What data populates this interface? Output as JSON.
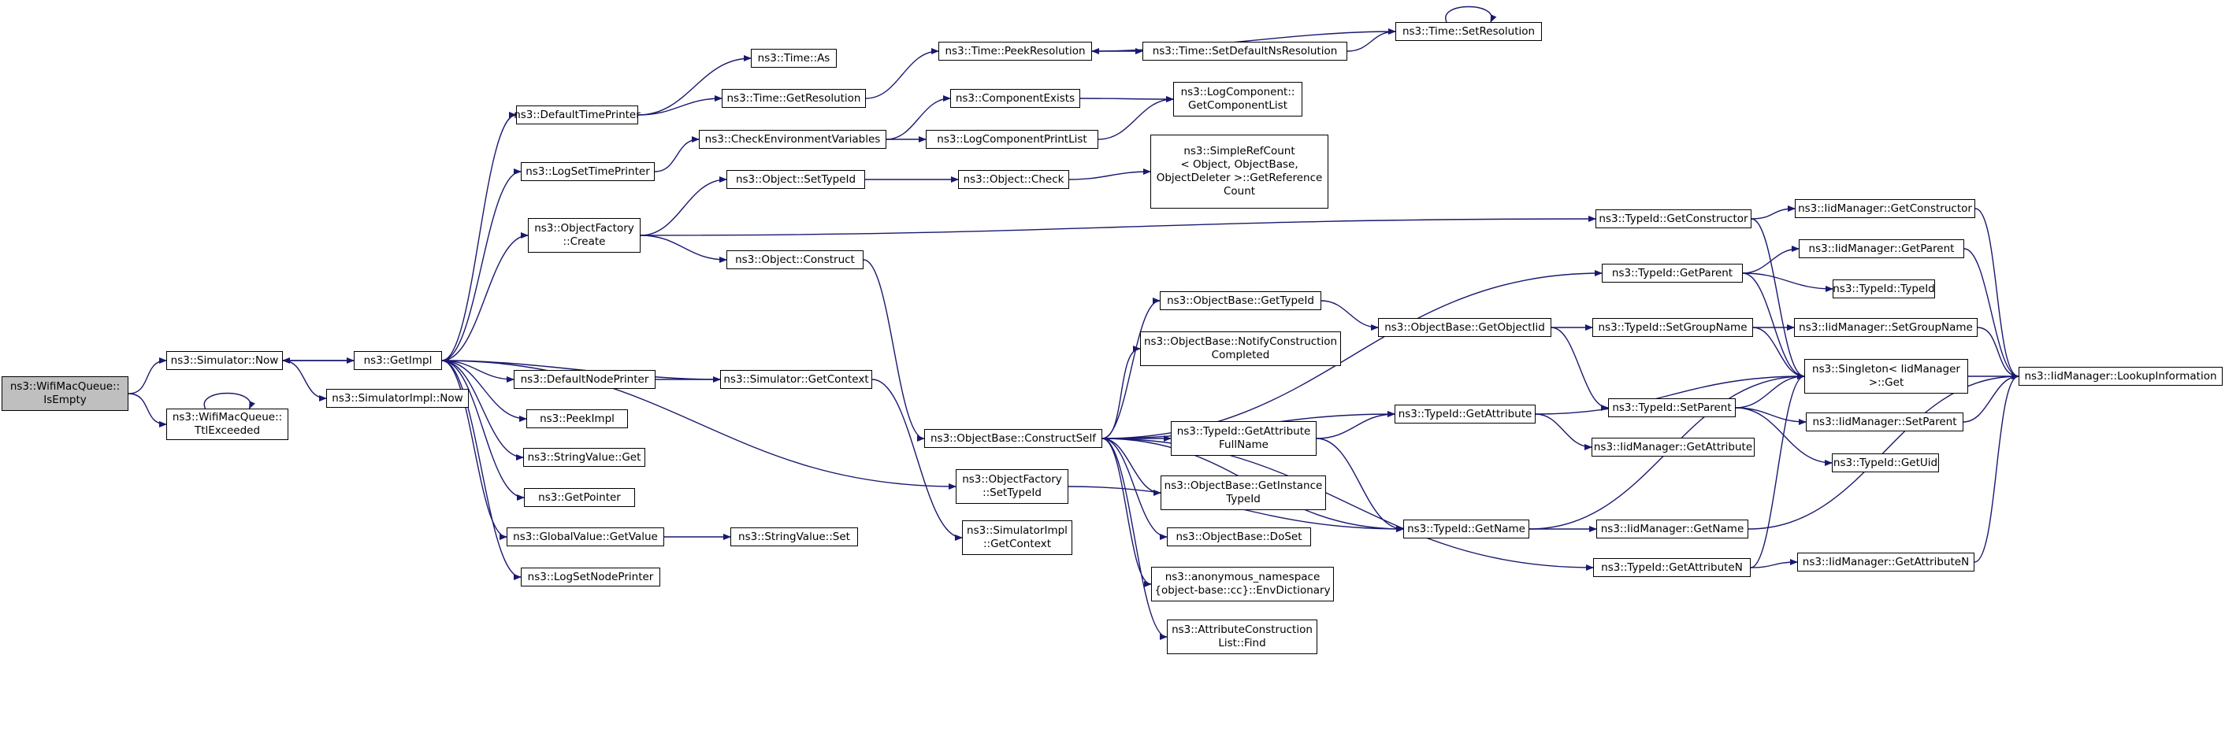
{
  "colors": {
    "edge": "#191970",
    "node_border": "#000000",
    "root_fill": "#bfbfbf",
    "node_fill": "#ffffff"
  },
  "nodes": [
    {
      "id": "root",
      "lines": [
        "ns3::WifiMacQueue::",
        "IsEmpty"
      ],
      "root": true
    },
    {
      "id": "simnow",
      "lines": [
        "ns3::Simulator::Now"
      ]
    },
    {
      "id": "ttl",
      "lines": [
        "ns3::WifiMacQueue::",
        "TtlExceeded"
      ]
    },
    {
      "id": "getimpl",
      "lines": [
        "ns3::GetImpl"
      ]
    },
    {
      "id": "simimplnow",
      "lines": [
        "ns3::SimulatorImpl::Now"
      ]
    },
    {
      "id": "deftp",
      "lines": [
        "ns3::DefaultTimePrinter"
      ]
    },
    {
      "id": "logstp",
      "lines": [
        "ns3::LogSetTimePrinter"
      ]
    },
    {
      "id": "ofcreate",
      "lines": [
        "ns3::ObjectFactory",
        "::Create"
      ]
    },
    {
      "id": "defnp",
      "lines": [
        "ns3::DefaultNodePrinter"
      ]
    },
    {
      "id": "peek",
      "lines": [
        "ns3::PeekImpl"
      ]
    },
    {
      "id": "strget",
      "lines": [
        "ns3::StringValue::Get"
      ]
    },
    {
      "id": "getptr",
      "lines": [
        "ns3::GetPointer"
      ]
    },
    {
      "id": "gvget",
      "lines": [
        "ns3::GlobalValue::GetValue"
      ]
    },
    {
      "id": "logsnp",
      "lines": [
        "ns3::LogSetNodePrinter"
      ]
    },
    {
      "id": "timeas",
      "lines": [
        "ns3::Time::As"
      ]
    },
    {
      "id": "timegetres",
      "lines": [
        "ns3::Time::GetResolution"
      ]
    },
    {
      "id": "checkenv",
      "lines": [
        "ns3::CheckEnvironmentVariables"
      ]
    },
    {
      "id": "objsettid",
      "lines": [
        "ns3::Object::SetTypeId"
      ]
    },
    {
      "id": "objconstruct",
      "lines": [
        "ns3::Object::Construct"
      ]
    },
    {
      "id": "simgetctx",
      "lines": [
        "ns3::Simulator::GetContext"
      ]
    },
    {
      "id": "strset",
      "lines": [
        "ns3::StringValue::Set"
      ]
    },
    {
      "id": "obcs",
      "lines": [
        "ns3::ObjectBase::ConstructSelf"
      ]
    },
    {
      "id": "ofsettid",
      "lines": [
        "ns3::ObjectFactory",
        "::SetTypeId"
      ]
    },
    {
      "id": "simimplctx",
      "lines": [
        "ns3::SimulatorImpl",
        "::GetContext"
      ]
    },
    {
      "id": "peekres",
      "lines": [
        "ns3::Time::PeekResolution"
      ]
    },
    {
      "id": "compexists",
      "lines": [
        "ns3::ComponentExists"
      ]
    },
    {
      "id": "logcpl",
      "lines": [
        "ns3::LogComponentPrintList"
      ]
    },
    {
      "id": "objcheck",
      "lines": [
        "ns3::Object::Check"
      ]
    },
    {
      "id": "setdefns",
      "lines": [
        "ns3::Time::SetDefaultNsResolution"
      ]
    },
    {
      "id": "logcgcl",
      "lines": [
        "ns3::LogComponent::",
        "GetComponentList"
      ]
    },
    {
      "id": "srefcount",
      "lines": [
        "ns3::SimpleRefCount",
        "< Object, ObjectBase,",
        "ObjectDeleter >::GetReference",
        "Count"
      ]
    },
    {
      "id": "setres",
      "lines": [
        "ns3::Time::SetResolution"
      ]
    },
    {
      "id": "obgettid",
      "lines": [
        "ns3::ObjectBase::GetTypeId"
      ]
    },
    {
      "id": "obnotify",
      "lines": [
        "ns3::ObjectBase::NotifyConstruction",
        "Completed"
      ]
    },
    {
      "id": "tidgafn",
      "lines": [
        "ns3::TypeId::GetAttribute",
        "FullName"
      ]
    },
    {
      "id": "obgetinst",
      "lines": [
        "ns3::ObjectBase::GetInstance",
        "TypeId"
      ]
    },
    {
      "id": "obdoset",
      "lines": [
        "ns3::ObjectBase::DoSet"
      ]
    },
    {
      "id": "envdict",
      "lines": [
        "ns3::anonymous_namespace",
        "{object-base::cc}::EnvDictionary"
      ]
    },
    {
      "id": "acfind",
      "lines": [
        "ns3::AttributeConstruction",
        "List::Find"
      ]
    },
    {
      "id": "obgetoid",
      "lines": [
        "ns3::ObjectBase::GetObjectIid"
      ]
    },
    {
      "id": "tidgetattr",
      "lines": [
        "ns3::TypeId::GetAttribute"
      ]
    },
    {
      "id": "tidgetname",
      "lines": [
        "ns3::TypeId::GetName"
      ]
    },
    {
      "id": "tidgetctor",
      "lines": [
        "ns3::TypeId::GetConstructor"
      ]
    },
    {
      "id": "tidgetparent",
      "lines": [
        "ns3::TypeId::GetParent"
      ]
    },
    {
      "id": "tidsetgn",
      "lines": [
        "ns3::TypeId::SetGroupName"
      ]
    },
    {
      "id": "tidsetparent",
      "lines": [
        "ns3::TypeId::SetParent"
      ]
    },
    {
      "id": "iidmgetattr",
      "lines": [
        "ns3::IidManager::GetAttribute"
      ]
    },
    {
      "id": "iidmgetname",
      "lines": [
        "ns3::IidManager::GetName"
      ]
    },
    {
      "id": "tidgetattrn",
      "lines": [
        "ns3::TypeId::GetAttributeN"
      ]
    },
    {
      "id": "iidmgetctor",
      "lines": [
        "ns3::IidManager::GetConstructor"
      ]
    },
    {
      "id": "iidmgetparent",
      "lines": [
        "ns3::IidManager::GetParent"
      ]
    },
    {
      "id": "tidtid",
      "lines": [
        "ns3::TypeId::TypeId"
      ]
    },
    {
      "id": "iidmsetgn",
      "lines": [
        "ns3::IidManager::SetGroupName"
      ]
    },
    {
      "id": "singleton",
      "lines": [
        "ns3::Singleton< IidManager",
        ">::Get"
      ]
    },
    {
      "id": "iidmsetparent",
      "lines": [
        "ns3::IidManager::SetParent"
      ]
    },
    {
      "id": "tidgetuid",
      "lines": [
        "ns3::TypeId::GetUid"
      ]
    },
    {
      "id": "iidmgetattrn",
      "lines": [
        "ns3::IidManager::GetAttributeN"
      ]
    },
    {
      "id": "iidmlookup",
      "lines": [
        "ns3::IidManager::LookupInformation"
      ]
    }
  ],
  "edges": [
    [
      "root",
      "simnow"
    ],
    [
      "root",
      "ttl"
    ],
    [
      "ttl",
      "ttl"
    ],
    [
      "simnow",
      "getimpl"
    ],
    [
      "simnow",
      "simimplnow"
    ],
    [
      "getimpl",
      "simnow"
    ],
    [
      "getimpl",
      "deftp"
    ],
    [
      "getimpl",
      "logstp"
    ],
    [
      "getimpl",
      "ofcreate"
    ],
    [
      "getimpl",
      "defnp"
    ],
    [
      "getimpl",
      "peek"
    ],
    [
      "getimpl",
      "strget"
    ],
    [
      "getimpl",
      "getptr"
    ],
    [
      "getimpl",
      "gvget"
    ],
    [
      "getimpl",
      "logsnp"
    ],
    [
      "getimpl",
      "ofsettid"
    ],
    [
      "deftp",
      "timeas"
    ],
    [
      "deftp",
      "timegetres"
    ],
    [
      "timegetres",
      "peekres"
    ],
    [
      "peekres",
      "setdefns"
    ],
    [
      "setdefns",
      "setres"
    ],
    [
      "setres",
      "setres"
    ],
    [
      "setres",
      "peekres"
    ],
    [
      "logstp",
      "checkenv"
    ],
    [
      "checkenv",
      "compexists"
    ],
    [
      "checkenv",
      "logcpl"
    ],
    [
      "compexists",
      "logcgcl"
    ],
    [
      "logcpl",
      "logcgcl"
    ],
    [
      "ofcreate",
      "objsettid"
    ],
    [
      "ofcreate",
      "objconstruct"
    ],
    [
      "ofcreate",
      "tidgetctor"
    ],
    [
      "objsettid",
      "objcheck"
    ],
    [
      "objcheck",
      "srefcount"
    ],
    [
      "objconstruct",
      "obcs"
    ],
    [
      "defnp",
      "simgetctx"
    ],
    [
      "simgetctx",
      "getimpl"
    ],
    [
      "simgetctx",
      "simimplctx"
    ],
    [
      "gvget",
      "strset"
    ],
    [
      "ofsettid",
      "tidgetname"
    ],
    [
      "obcs",
      "obgettid"
    ],
    [
      "obcs",
      "obnotify"
    ],
    [
      "obcs",
      "tidgafn"
    ],
    [
      "obcs",
      "obgetinst"
    ],
    [
      "obcs",
      "obdoset"
    ],
    [
      "obcs",
      "envdict"
    ],
    [
      "obcs",
      "acfind"
    ],
    [
      "obcs",
      "tidgetparent"
    ],
    [
      "obcs",
      "tidgetattr"
    ],
    [
      "obcs",
      "tidgetname"
    ],
    [
      "obcs",
      "tidgetattrn"
    ],
    [
      "obgettid",
      "obgetoid"
    ],
    [
      "obgetoid",
      "tidsetgn"
    ],
    [
      "obgetoid",
      "tidsetparent"
    ],
    [
      "tidgafn",
      "tidgetattr"
    ],
    [
      "tidgafn",
      "tidgetname"
    ],
    [
      "tidgetattr",
      "iidmgetattr"
    ],
    [
      "tidgetattr",
      "singleton"
    ],
    [
      "tidgetname",
      "iidmgetname"
    ],
    [
      "tidgetname",
      "singleton"
    ],
    [
      "iidmgetname",
      "iidmlookup"
    ],
    [
      "tidgetattrn",
      "iidmgetattrn"
    ],
    [
      "tidgetattrn",
      "singleton"
    ],
    [
      "iidmgetattrn",
      "iidmlookup"
    ],
    [
      "tidgetctor",
      "iidmgetctor"
    ],
    [
      "tidgetctor",
      "singleton"
    ],
    [
      "iidmgetctor",
      "iidmlookup"
    ],
    [
      "tidgetparent",
      "iidmgetparent"
    ],
    [
      "tidgetparent",
      "tidtid"
    ],
    [
      "tidgetparent",
      "singleton"
    ],
    [
      "iidmgetparent",
      "iidmlookup"
    ],
    [
      "tidsetgn",
      "iidmsetgn"
    ],
    [
      "tidsetgn",
      "singleton"
    ],
    [
      "iidmsetgn",
      "iidmlookup"
    ],
    [
      "tidsetparent",
      "singleton"
    ],
    [
      "tidsetparent",
      "iidmsetparent"
    ],
    [
      "tidsetparent",
      "tidgetuid"
    ],
    [
      "iidmsetparent",
      "iidmlookup"
    ],
    [
      "singleton",
      "iidmlookup"
    ]
  ]
}
